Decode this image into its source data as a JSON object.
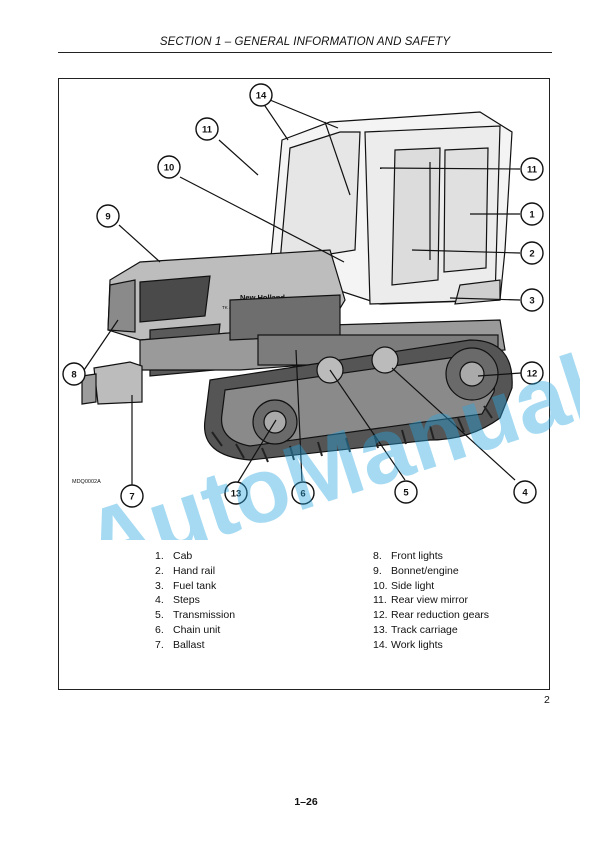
{
  "header": {
    "title": "SECTION 1 – GENERAL INFORMATION AND SAFETY"
  },
  "figure": {
    "code": "MDQ0002A",
    "number": "2",
    "brand_text": "New Holland",
    "model_text": "TK 4060",
    "callouts": [
      "14",
      "11",
      "10",
      "9",
      "8",
      "7",
      "13",
      "6",
      "5",
      "4",
      "12",
      "3",
      "2",
      "1",
      "11"
    ]
  },
  "legend": {
    "left": [
      {
        "num": "1.",
        "label": "Cab"
      },
      {
        "num": "2.",
        "label": "Hand rail"
      },
      {
        "num": "3.",
        "label": "Fuel tank"
      },
      {
        "num": "4.",
        "label": "Steps"
      },
      {
        "num": "5.",
        "label": "Transmission"
      },
      {
        "num": "6.",
        "label": "Chain unit"
      },
      {
        "num": "7.",
        "label": "Ballast"
      }
    ],
    "right": [
      {
        "num": "8.",
        "label": "Front lights"
      },
      {
        "num": "9.",
        "label": "Bonnet/engine"
      },
      {
        "num": "10.",
        "label": "Side light"
      },
      {
        "num": "11.",
        "label": "Rear view mirror"
      },
      {
        "num": "12.",
        "label": "Rear reduction gears"
      },
      {
        "num": "13.",
        "label": "Track carriage"
      },
      {
        "num": "14.",
        "label": "Work lights"
      }
    ]
  },
  "watermark": {
    "text": "AutoManual"
  },
  "footer": {
    "page": "1–26"
  }
}
